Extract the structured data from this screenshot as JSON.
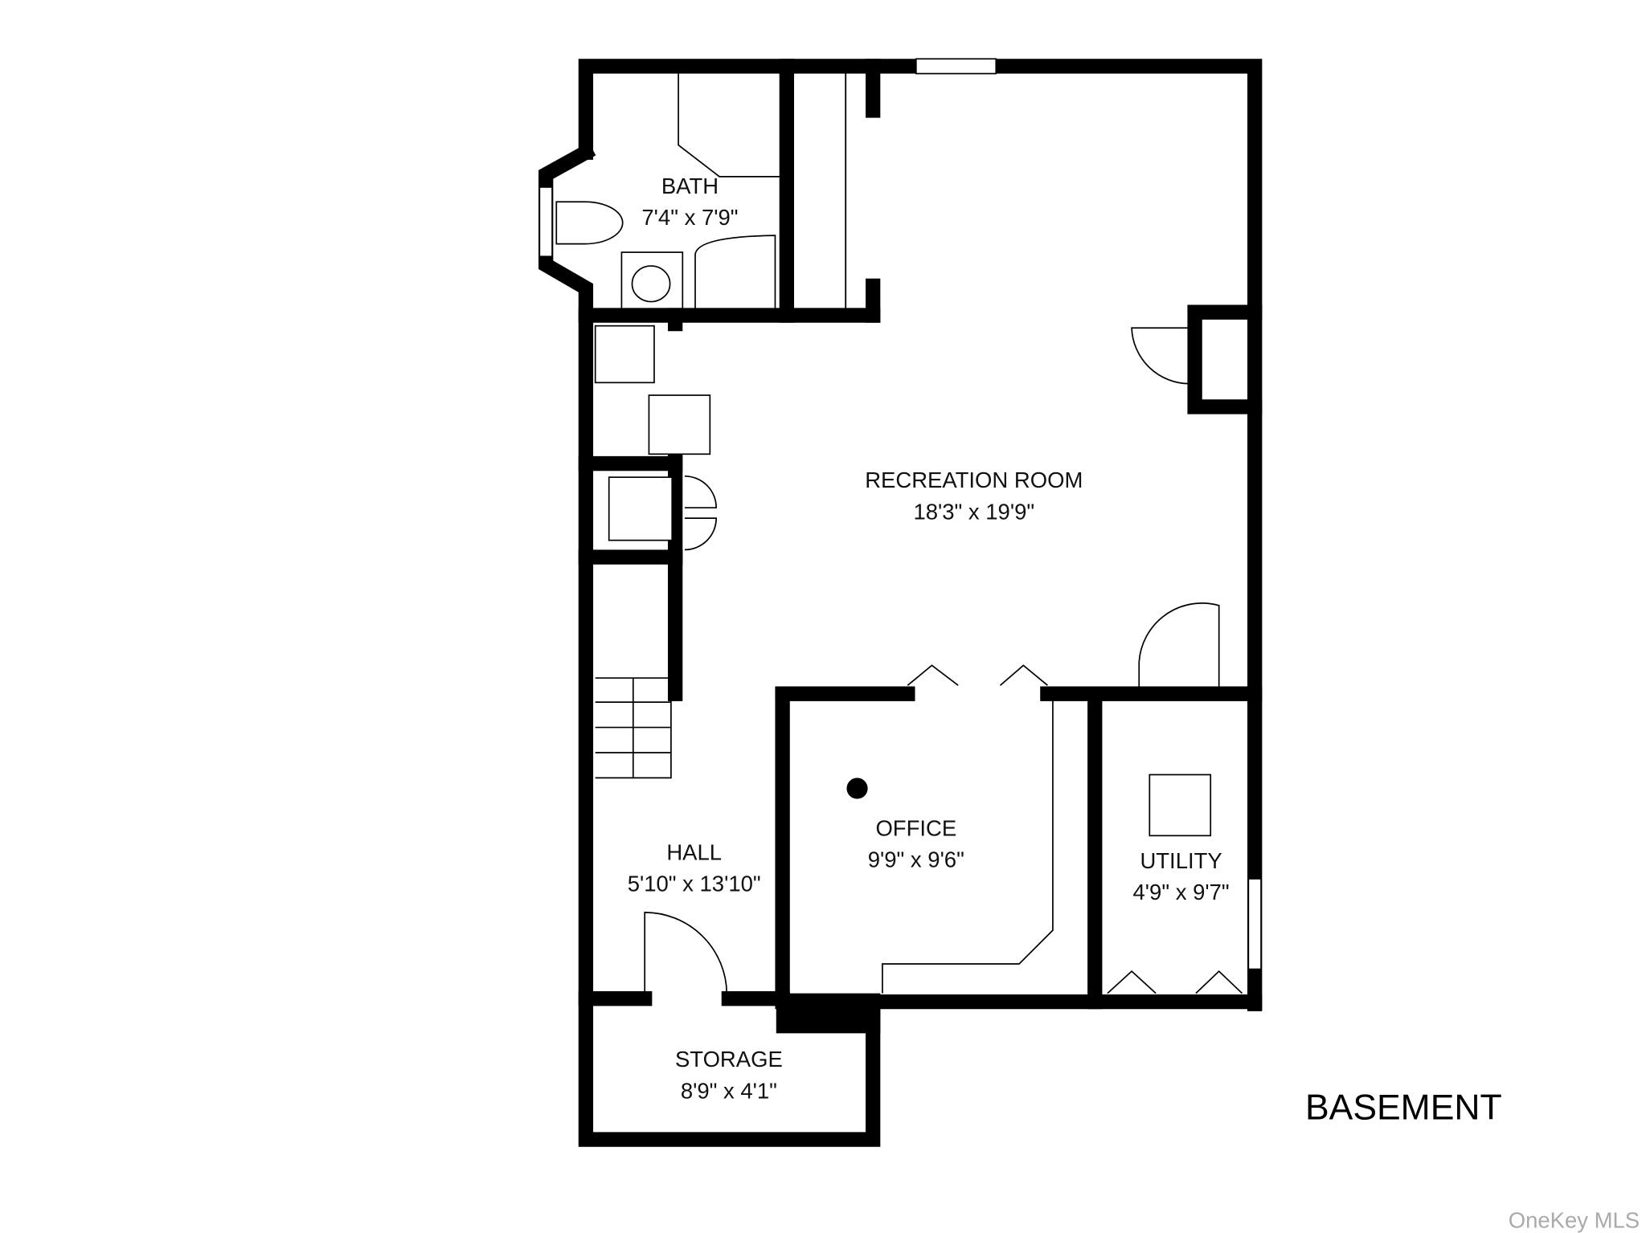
{
  "floor_title": "BASEMENT",
  "watermark": "OneKey MLS",
  "rooms": [
    {
      "name": "BATH",
      "dimensions": "7'4\" x 7'9\""
    },
    {
      "name": "RECREATION ROOM",
      "dimensions": "18'3\" x 19'9\""
    },
    {
      "name": "OFFICE",
      "dimensions": "9'9\" x 9'6\""
    },
    {
      "name": "HALL",
      "dimensions": "5'10\" x 13'10\""
    },
    {
      "name": "UTILITY",
      "dimensions": "4'9\" x 9'7\""
    },
    {
      "name": "STORAGE",
      "dimensions": "8'9\" x 4'1\""
    }
  ],
  "colors": {
    "wall": "#000000",
    "background": "#ffffff",
    "watermark": "#aaaaaa"
  }
}
